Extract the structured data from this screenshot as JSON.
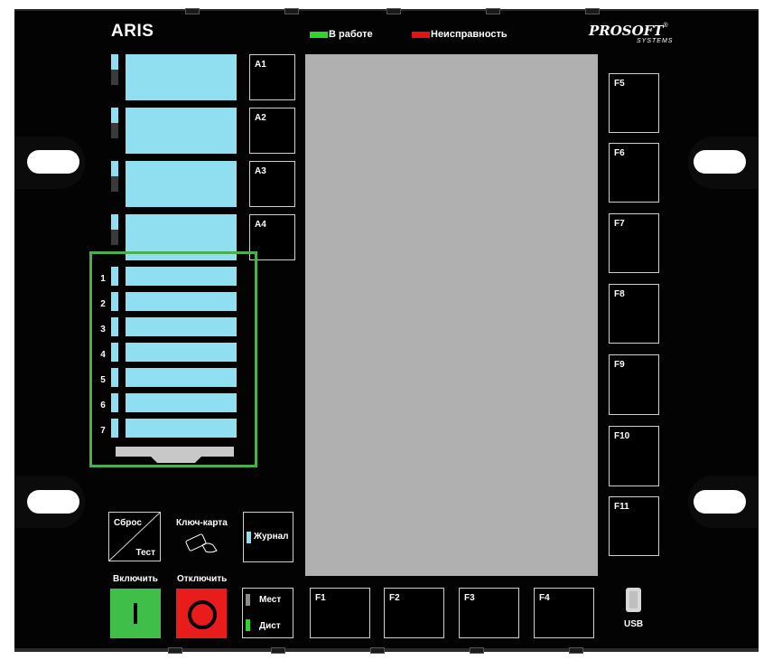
{
  "device": {
    "title": "ARIS",
    "indicators": [
      {
        "label": "В работе",
        "color": "#2ed52e"
      },
      {
        "label": "Неисправность",
        "color": "#e01414"
      }
    ],
    "logo": {
      "text": "PROSOFT",
      "sub": "SYSTEMS",
      "mark": "®"
    }
  },
  "alarm_keys": [
    "A1",
    "A2",
    "A3",
    "A4"
  ],
  "led_rows": [
    "1",
    "2",
    "3",
    "4",
    "5",
    "6",
    "7"
  ],
  "function_keys_right": [
    "F5",
    "F6",
    "F7",
    "F8",
    "F9",
    "F10",
    "F11"
  ],
  "function_keys_bottom": [
    "F1",
    "F2",
    "F3",
    "F4"
  ],
  "controls": {
    "reset": "Сброс",
    "test": "Тест",
    "key_card": "Ключ-карта",
    "journal": "Журнал",
    "turn_on": "Включить",
    "turn_off": "Отключить",
    "local": "Мест",
    "remote": "Дист",
    "usb": "USB"
  },
  "colors": {
    "led_cyan": "#8fdff0",
    "selection": "#4cae50",
    "on_green": "#3fbf4a",
    "off_red": "#e81c1c",
    "screen_grey": "#b0b0b0"
  }
}
